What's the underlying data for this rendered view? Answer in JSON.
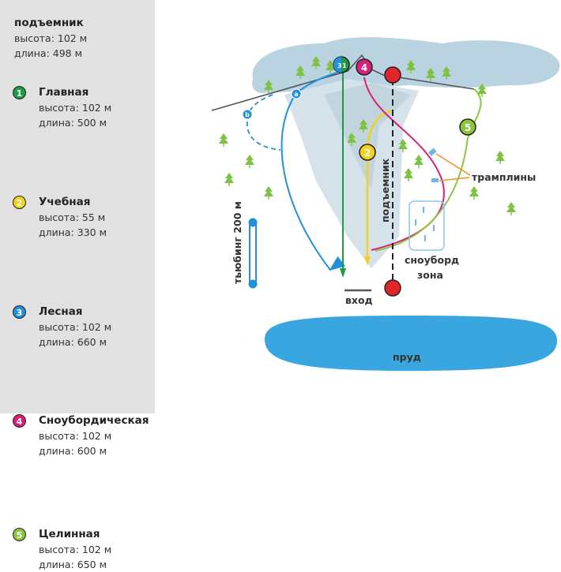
{
  "legend": {
    "lift": {
      "title": "подъемник",
      "height": "высота: 102 м",
      "length": "длина: 498 м"
    },
    "runs": [
      {
        "num": "1",
        "name": "Главная",
        "height": "высота: 102 м",
        "length": "длина: 500 м",
        "color": "#1f9a45"
      },
      {
        "num": "2",
        "name": "Учебная",
        "height": "высота: 55 м",
        "length": "длина: 330 м",
        "color": "#f2d21a"
      },
      {
        "num": "3",
        "name": "Лесная",
        "height": "высота: 102 м",
        "length": "длина: 660 м",
        "color": "#2390d8"
      },
      {
        "num": "4",
        "name": "Сноубордическая",
        "height": "высота: 102 м",
        "length": "длина: 600 м",
        "color": "#d8207a"
      },
      {
        "num": "5",
        "name": "Целинная",
        "height": "высота: 102 м",
        "length": "длина: 650 м",
        "color": "#8cc63f"
      }
    ]
  },
  "map": {
    "lift_label": "подъемник",
    "jumps_label": "трамплины",
    "snowboard_label_1": "сноуборд",
    "snowboard_label_2": "зона",
    "tubing_label": "тьюбинг 200 м",
    "entrance_label": "вход",
    "pond_label": "пруд",
    "branch_a": "a",
    "branch_b": "b",
    "num1": "1",
    "num2": "2",
    "num3": "3",
    "num4": "4",
    "num5": "5"
  }
}
